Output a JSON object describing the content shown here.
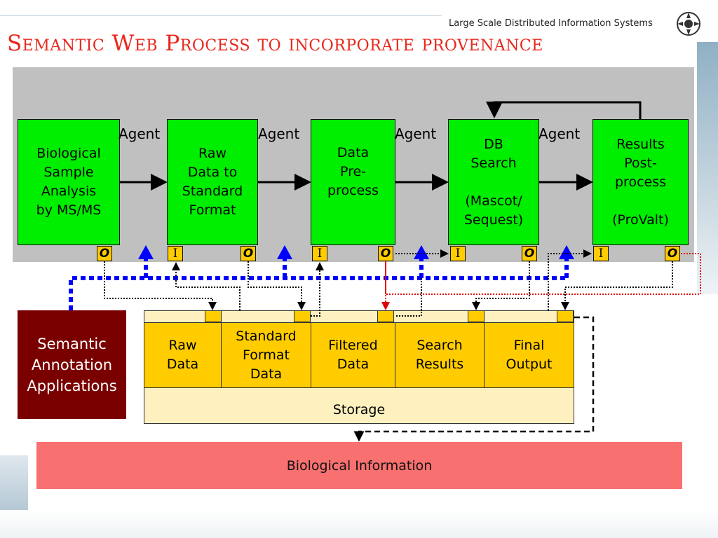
{
  "header": {
    "course": "Large Scale Distributed Information Systems",
    "title": "Semantic Web Process to incorporate provenance"
  },
  "pipeline": {
    "boxes": [
      {
        "label": "Biological\nSample\nAnalysis\nby MS/MS"
      },
      {
        "label": "Raw\nData to\nStandard\nFormat"
      },
      {
        "label": "Data\nPre-\nprocess"
      },
      {
        "label": "DB\nSearch\n\n(Mascot/\nSequest)"
      },
      {
        "label": "Results\nPost-\nprocess\n\n(ProValt)"
      }
    ],
    "agents": [
      "Agent",
      "Agent",
      "Agent",
      "Agent"
    ],
    "ports": {
      "input": "I",
      "output": "O"
    }
  },
  "storage": {
    "label": "Storage",
    "cells": [
      {
        "label": "Raw\nData"
      },
      {
        "label": "Standard\nFormat\nData"
      },
      {
        "label": "Filtered\nData"
      },
      {
        "label": "Search\nResults"
      },
      {
        "label": "Final\nOutput"
      }
    ]
  },
  "semantic_annotation": {
    "label": "Semantic\nAnnotation\nApplications"
  },
  "biological_information": {
    "label": "Biological Information"
  },
  "colors": {
    "title": "#e8271b",
    "process": "#00ee00",
    "port": "#ffcc00",
    "storage": "#ffcc00",
    "storage_bg": "#fff1bf",
    "semantic": "#7a0000",
    "bio": "#f97070",
    "annotation_arrow": "#0000ff",
    "provenance_link": "#e00000"
  }
}
